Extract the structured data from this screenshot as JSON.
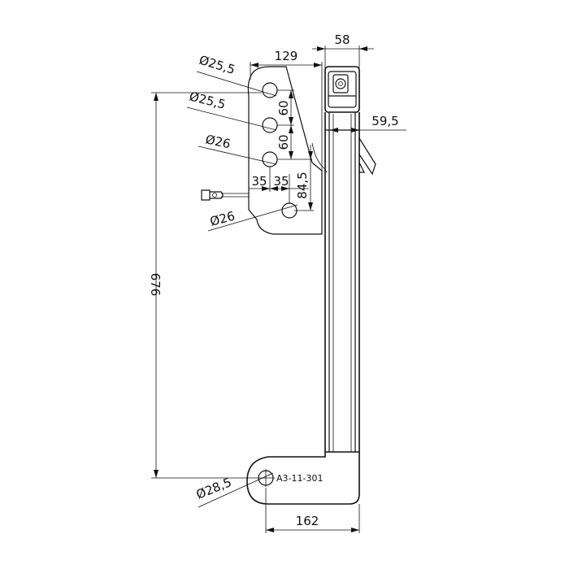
{
  "drawing": {
    "part_number": "A3-11-301",
    "dimensions": {
      "hole1_diameter": "Ø25,5",
      "hole2_diameter": "Ø25,5",
      "hole3_diameter": "Ø26",
      "hole4_diameter": "Ø26",
      "bottom_hole_diameter": "Ø28,5",
      "top_width": "129",
      "bracket_width": "58",
      "tube_offset": "59,5",
      "spacing_1": "60",
      "spacing_2": "60",
      "offset_1": "35",
      "offset_2": "35",
      "vertical_offset": "84,5",
      "overall_height": "676",
      "bottom_width": "162"
    }
  }
}
